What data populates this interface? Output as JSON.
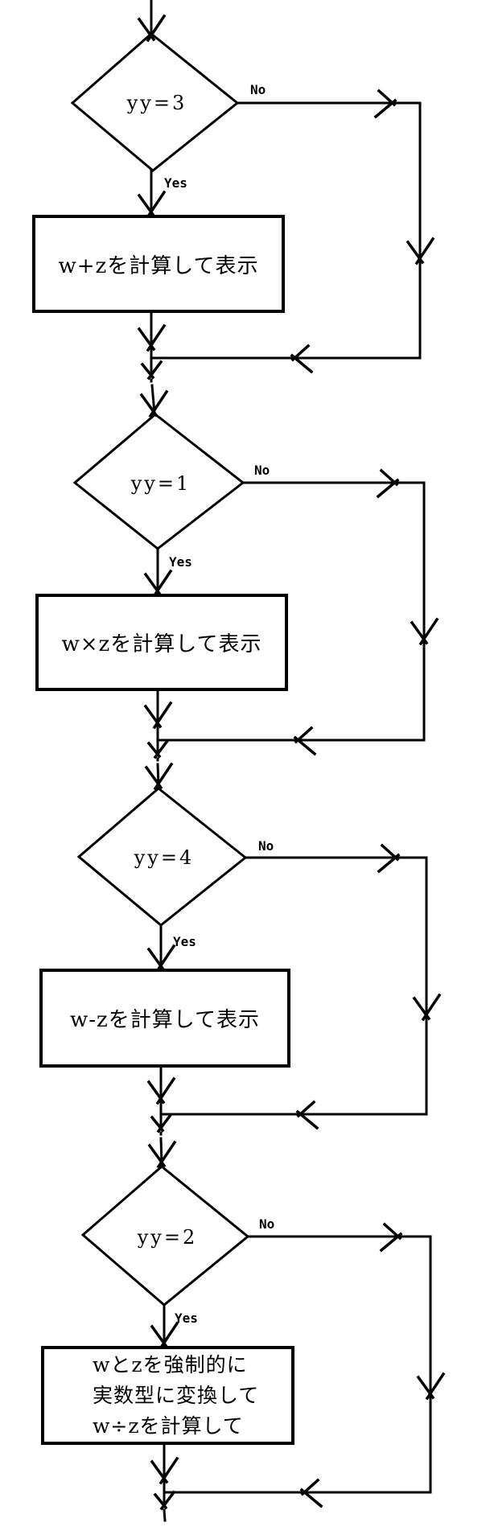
{
  "diagram": {
    "type": "flowchart",
    "background": "#ffffff",
    "line_color": "#000000",
    "sections": [
      {
        "condition": "yy=3",
        "yes_label": "Yes",
        "no_label": "No",
        "process": "w+zを計算して表示"
      },
      {
        "condition": "yy=1",
        "yes_label": "Yes",
        "no_label": "No",
        "process": "w×zを計算して表示"
      },
      {
        "condition": "yy=4",
        "yes_label": "Yes",
        "no_label": "No",
        "process": "w-zを計算して表示"
      },
      {
        "condition": "yy=2",
        "yes_label": "Yes",
        "no_label": "No",
        "process_lines": [
          "wとzを強制的に",
          "実数型に変換して",
          "w÷zを計算して"
        ]
      }
    ]
  }
}
